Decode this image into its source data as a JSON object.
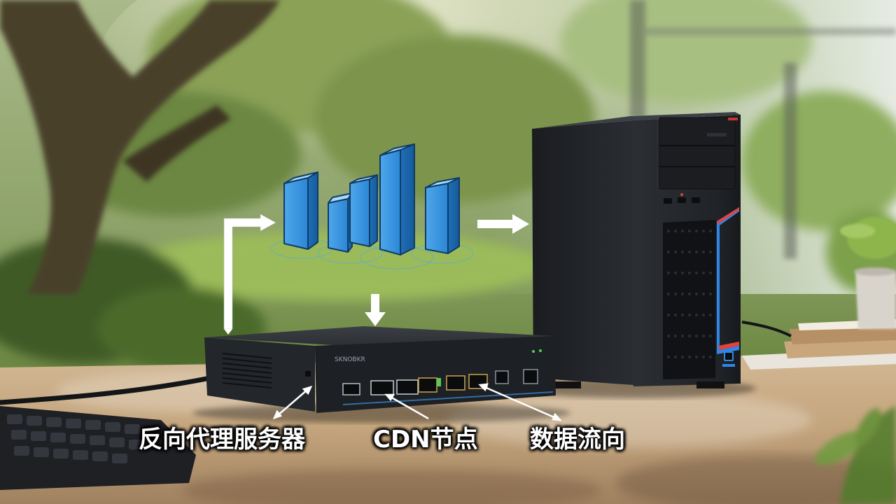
{
  "photo": {
    "description_icons": [
      "bar-chart-icon",
      "arrow-icon"
    ],
    "device_brand_label": "SKNOBKR",
    "accent_color": "#3f8ed8"
  },
  "captions": {
    "reverse_proxy": "反向代理服务器",
    "cdn_node": "CDN节点",
    "data_flow": "数据流向"
  }
}
